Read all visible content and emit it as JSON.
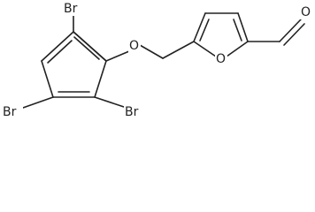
{
  "molecule": {
    "atoms": {
      "br_top": "Br",
      "br_bottom_left": "Br",
      "br_bottom_right": "Br",
      "ether_oxygen": "O",
      "furan_oxygen": "O",
      "aldehyde_oxygen": "O"
    }
  }
}
